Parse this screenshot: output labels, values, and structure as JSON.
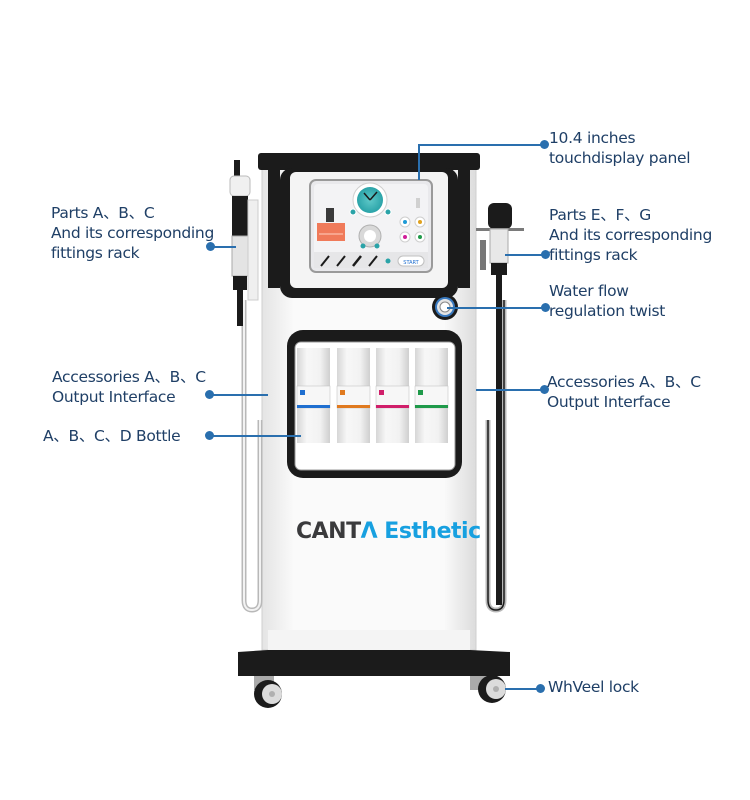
{
  "product": {
    "brand_part1": "CANT",
    "brand_mark": "Λ",
    "brand_part2": " Esthetic",
    "brand_colors": {
      "dark": "#3a3a3c",
      "accent": "#17a0e0"
    }
  },
  "screen": {
    "start_button_label": "START"
  },
  "bottles": [
    {
      "id": "A",
      "color": "#1f6fd0"
    },
    {
      "id": "B",
      "color": "#e07a1f"
    },
    {
      "id": "C",
      "color": "#d01f6a"
    },
    {
      "id": "D",
      "color": "#1f9a4a"
    }
  ],
  "callouts": {
    "display": {
      "line1": "10.4 inches",
      "line2": "touchdisplay panel"
    },
    "parts_left": {
      "line1": "Parts A、B、C",
      "line2": "And its corresponding",
      "line3": "fittings rack"
    },
    "parts_right": {
      "line1": "Parts E、F、G",
      "line2": "And its corresponding",
      "line3": "fittings rack"
    },
    "water_flow": {
      "line1": "Water flow",
      "line2": "regulation twist"
    },
    "accessories_left": {
      "line1": "Accessories A、B、C",
      "line2": "Output Interface"
    },
    "accessories_right": {
      "line1": "Accessories A、B、C",
      "line2": "Output Interface"
    },
    "bottles": {
      "line1": "A、B、C、D Bottle"
    },
    "wheel": {
      "line1": "WhVeel lock"
    }
  },
  "colors": {
    "label_text": "#1f3f66",
    "leader_line": "#2a6fae"
  }
}
